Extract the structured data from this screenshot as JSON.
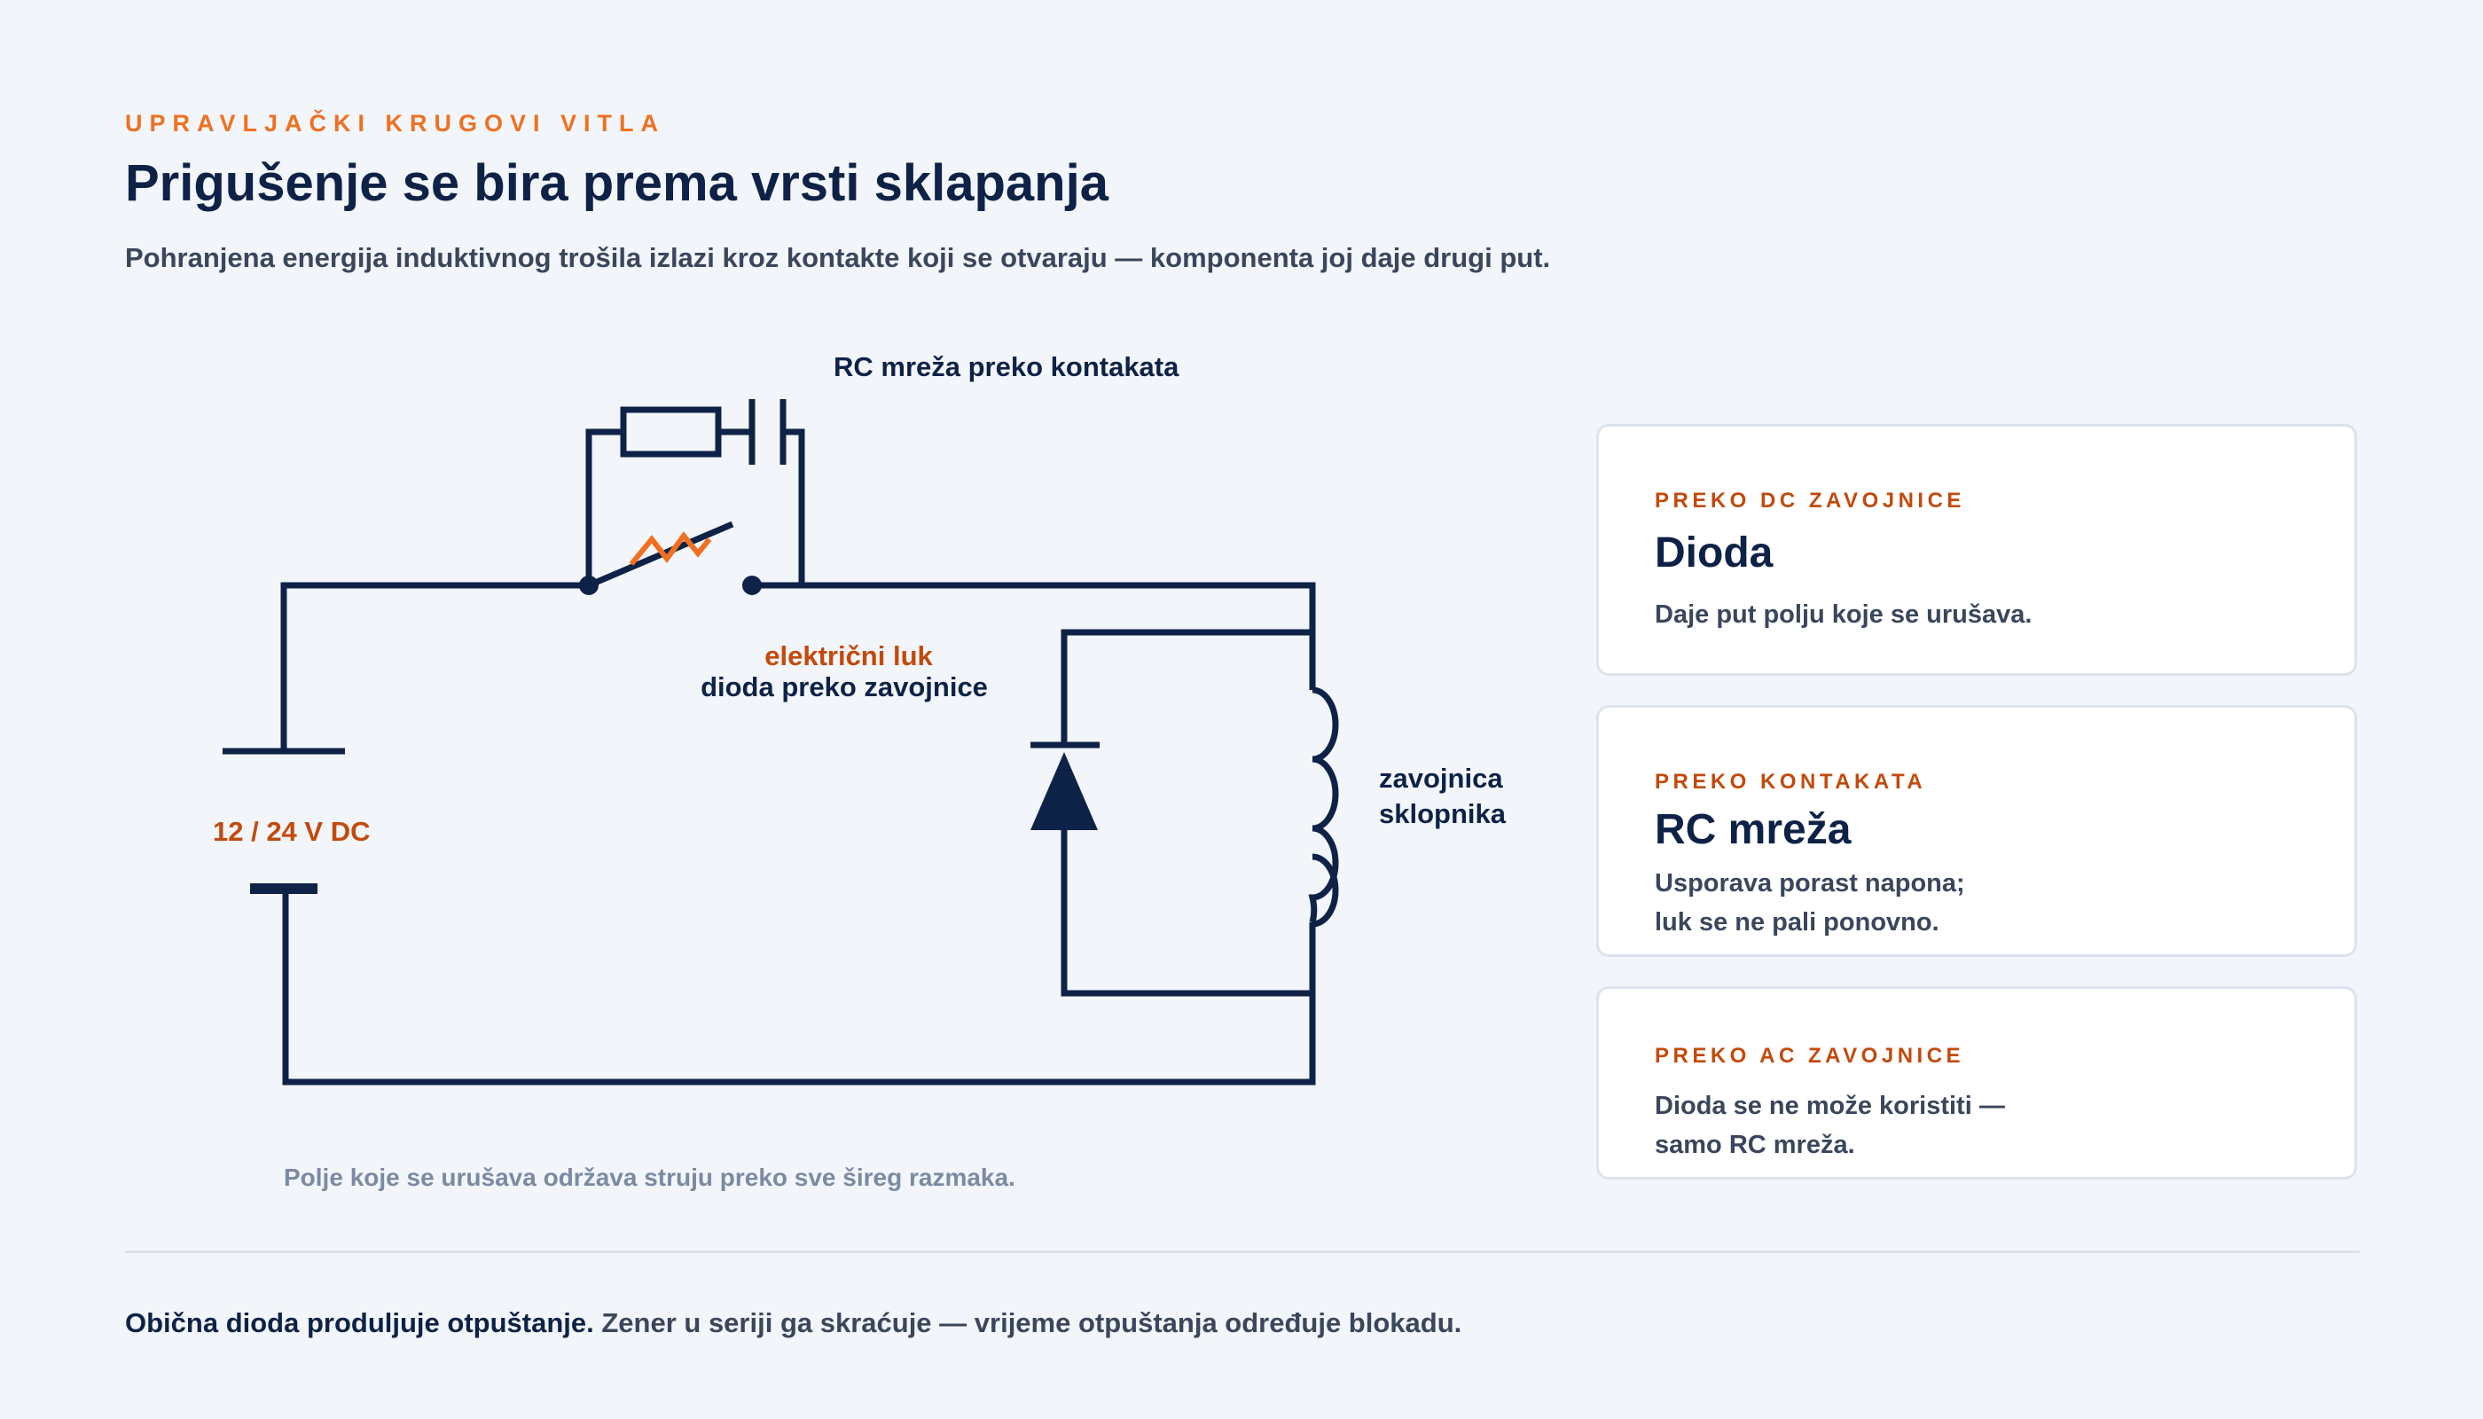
{
  "header": {
    "eyebrow": "UPRAVLJAČKI KRUGOVI VITLA",
    "title": "Prigušenje se bira prema vrsti sklapanja",
    "subtitle": "Pohranjena energija induktivnog trošila izlazi kroz kontakte koji se otvaraju — komponenta joj daje drugi put."
  },
  "diagram": {
    "rc_label": "RC mreža preko kontakata",
    "arc_label": "električni luk",
    "diode_label": "dioda preko zavojnice",
    "battery_label": "12 / 24 V DC",
    "coil_label_line1": "zavojnica",
    "coil_label_line2": "sklopnika",
    "caption": "Polje koje se urušava održava struju preko sve šireg razmaka.",
    "colors": {
      "wire": "#0e2247",
      "arc": "#f07020",
      "accent_text": "#c24a0c"
    }
  },
  "cards": [
    {
      "kicker": "PREKO DC ZAVOJNICE",
      "heading": "Dioda",
      "body": "Daje put polju koje se urušava."
    },
    {
      "kicker": "PREKO KONTAKATA",
      "heading": "RC mreža",
      "body_line1": "Usporava porast napona;",
      "body_line2": "luk se ne pali ponovno."
    },
    {
      "kicker": "PREKO AC ZAVOJNICE",
      "body_line1": "Dioda se ne može koristiti —",
      "body_line2": "samo RC mreža."
    }
  ],
  "footer": {
    "strong": "Obična dioda produljuje otpuštanje.",
    "rest": " Zener u seriji ga skraćuje — vrijeme otpuštanja određuje blokadu."
  }
}
